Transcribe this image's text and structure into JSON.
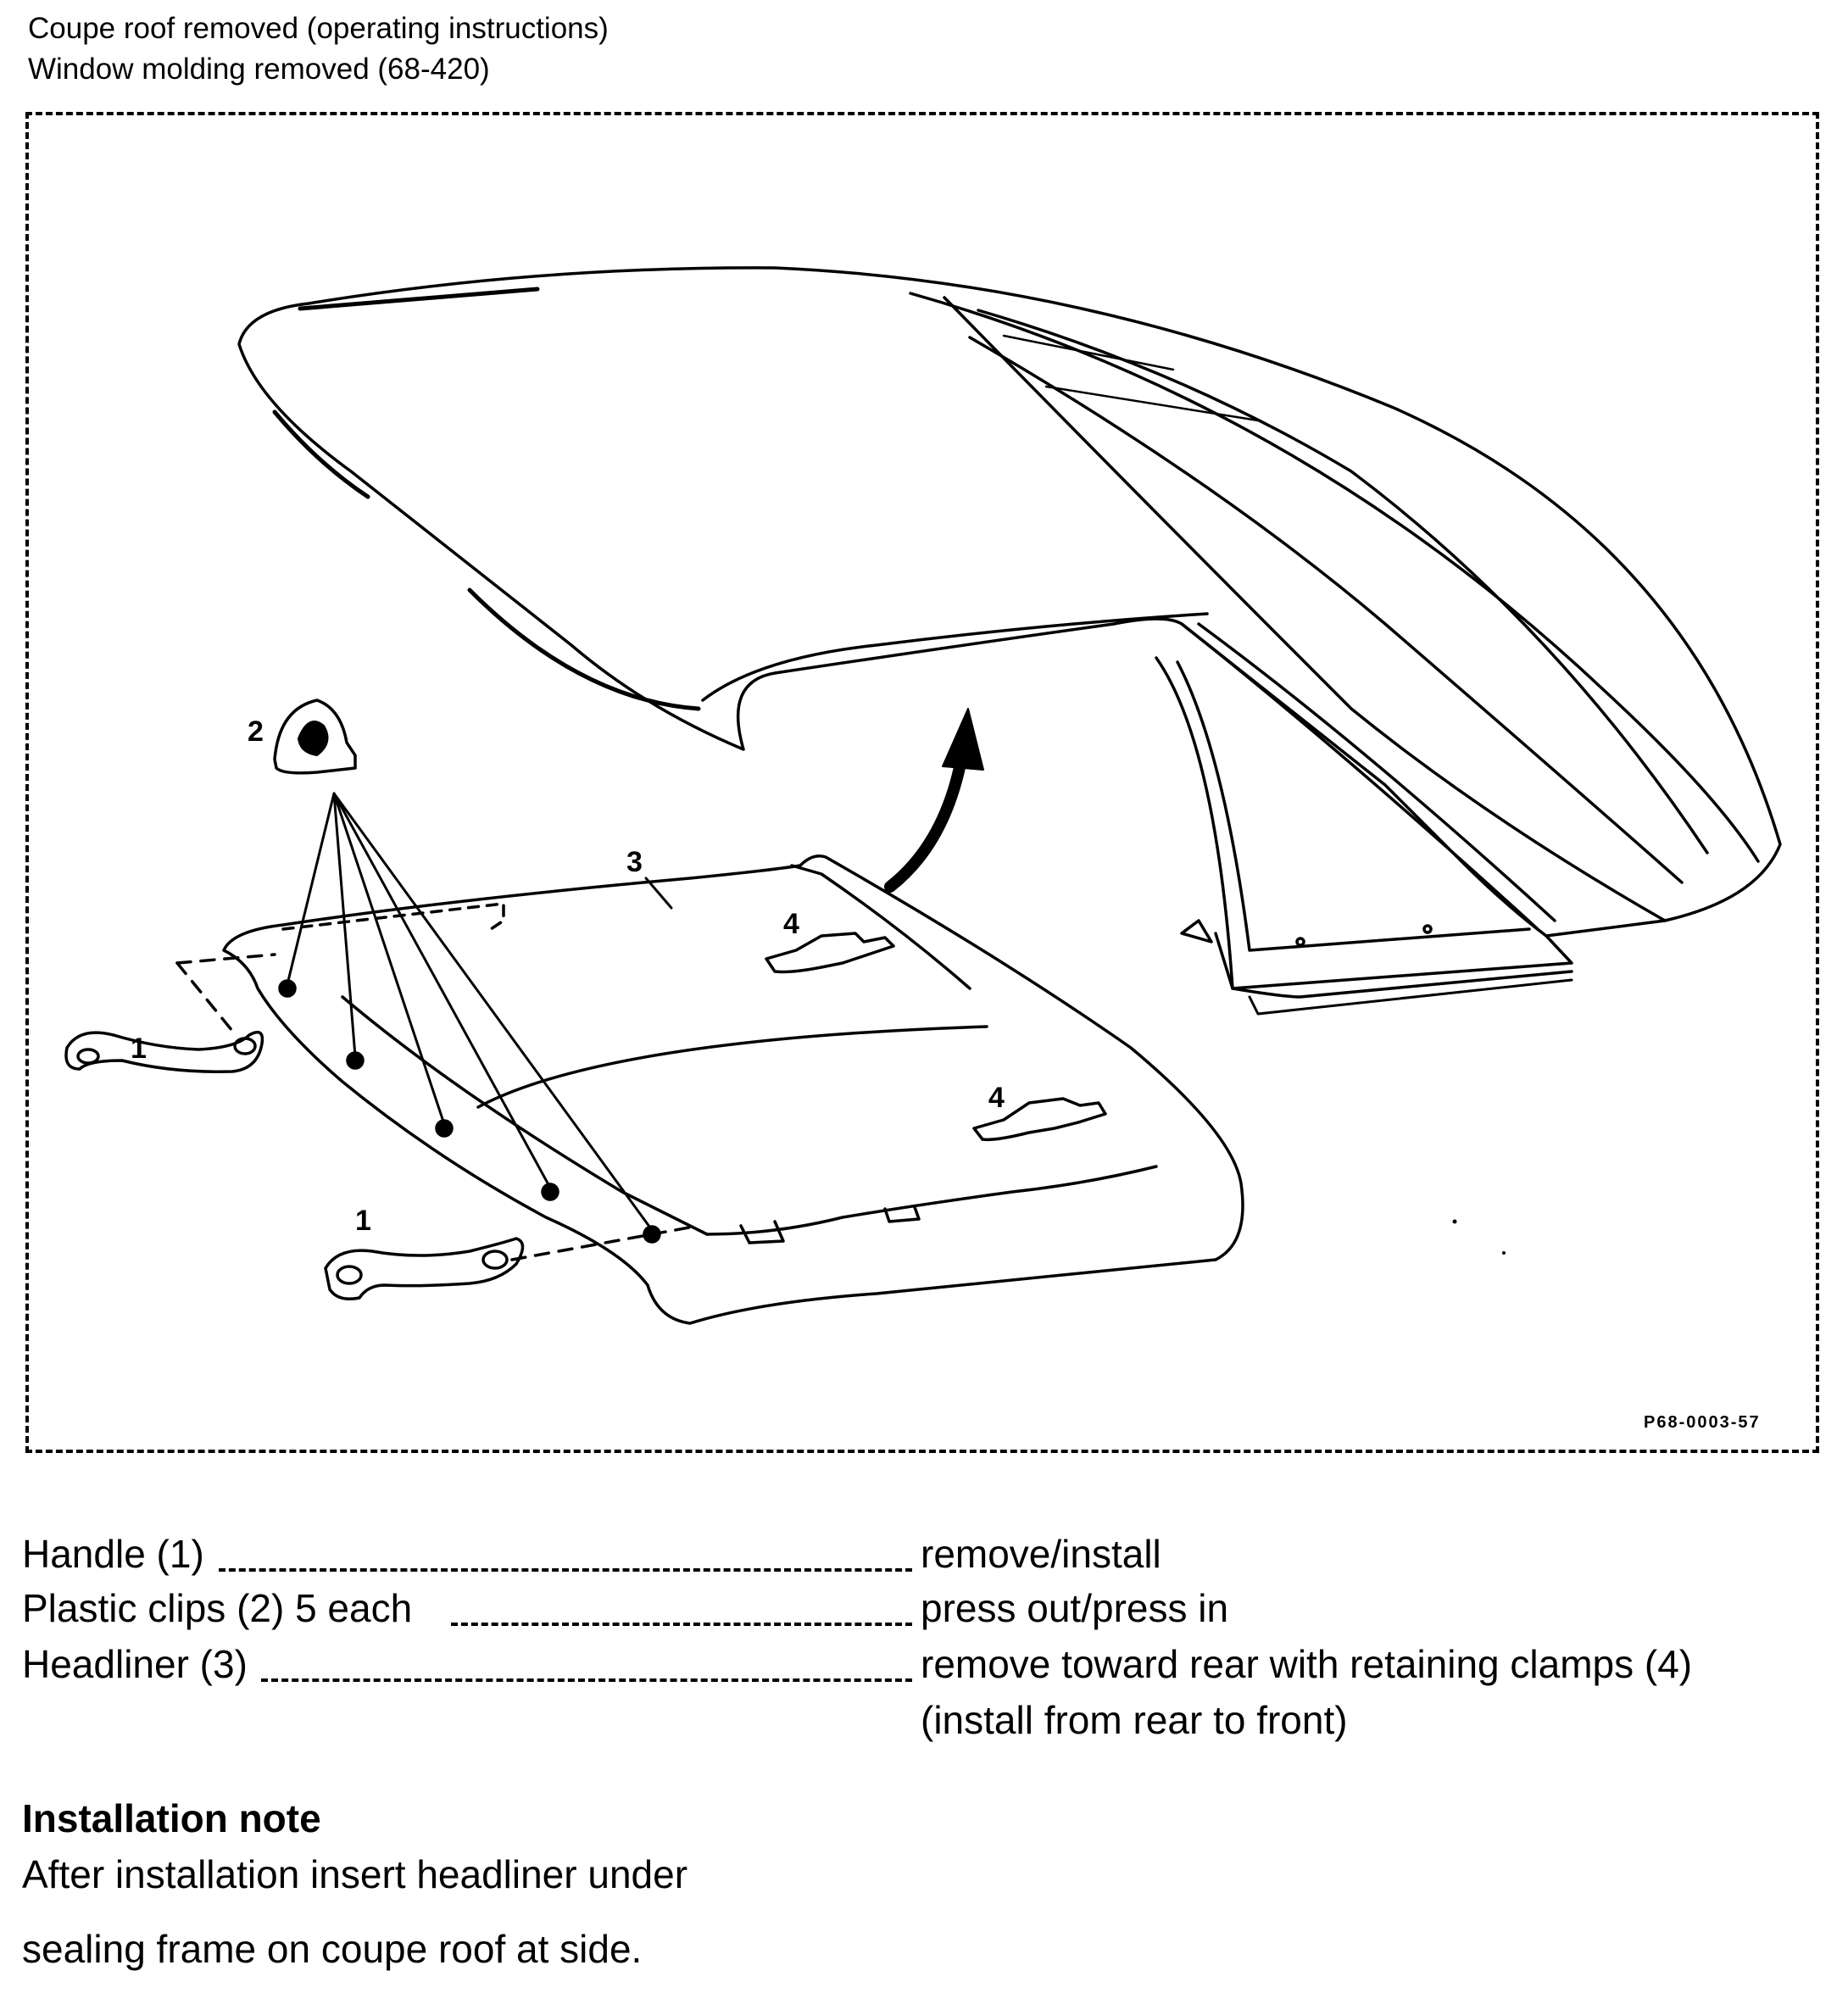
{
  "prerequisites": [
    "Coupe roof removed (operating instructions)",
    "Window molding removed (68-420)"
  ],
  "figure": {
    "callouts": {
      "handle": "1",
      "plastic_clip": "2",
      "headliner": "3",
      "retaining_clamp": "4"
    },
    "figure_id": "P68-0003-57"
  },
  "steps": [
    {
      "item": "Handle (1)",
      "action": "remove/install"
    },
    {
      "item": "Plastic clips (2) 5 each",
      "action": "press out/press in"
    },
    {
      "item": "Headliner (3)",
      "action": "remove toward rear with retaining clamps (4)",
      "action_line2": "(install from rear to front)"
    }
  ],
  "installation_note": {
    "heading": "Installation note",
    "lines": [
      "After installation insert headliner under",
      "sealing frame on coupe roof at side."
    ]
  }
}
